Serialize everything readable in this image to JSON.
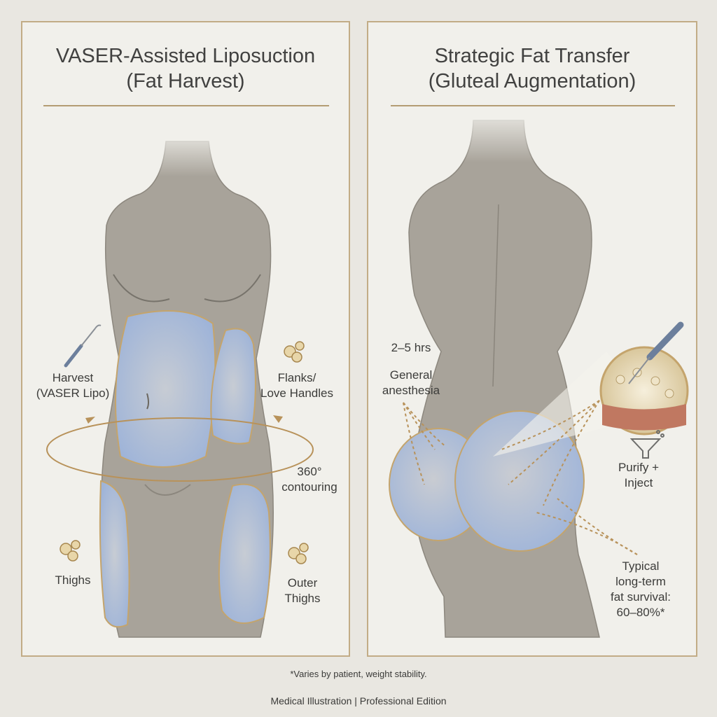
{
  "left_panel": {
    "title_line1": "VASER-Assisted Liposuction",
    "title_line2": "(Fat Harvest)",
    "labels": {
      "harvest_line1": "Harvest",
      "harvest_line2": "(VASER Lipo)",
      "flanks_line1": "Flanks/",
      "flanks_line2": "Love Handles",
      "contouring_line1": "360°",
      "contouring_line2": "contouring",
      "thighs": "Thighs",
      "outer_thighs_line1": "Outer",
      "outer_thighs_line2": "Thighs"
    }
  },
  "right_panel": {
    "title_line1": "Strategic Fat Transfer",
    "title_line2": "(Gluteal Augmentation)",
    "labels": {
      "duration": "2–5 hrs",
      "anesthesia_line1": "General",
      "anesthesia_line2": "anesthesia",
      "purify_line1": "Purify +",
      "purify_line2": "Inject",
      "survival_line1": "Typical",
      "survival_line2": "long-term",
      "survival_line3": "fat survival:",
      "survival_line4": "60–80%*"
    }
  },
  "footnote": "*Varies by patient, weight stability.",
  "credit": "Medical Illustration | Professional Edition",
  "colors": {
    "panel_border": "#c2ac86",
    "body_tone": "#a8a39a",
    "treatment_zone": "#a3b6d6",
    "accent_gold": "#b8925a"
  }
}
